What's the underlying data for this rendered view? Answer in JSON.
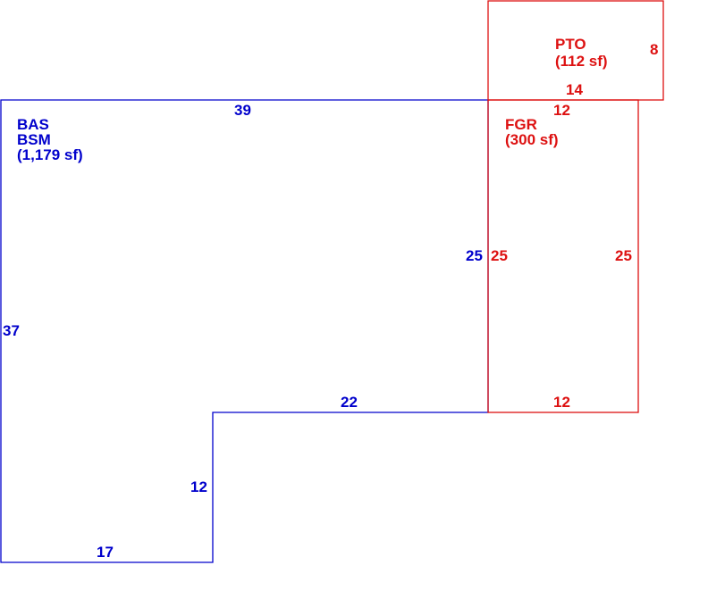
{
  "colors": {
    "main_area": "#0000cc",
    "garage_patio": "#dd1111",
    "background": "#ffffff"
  },
  "areas": {
    "main": {
      "code1": "BAS",
      "code2": "BSM",
      "size": "(1,179 sf)"
    },
    "garage": {
      "code": "FGR",
      "size": "(300 sf)"
    },
    "patio": {
      "code": "PTO",
      "size": "(112 sf)"
    }
  },
  "dimensions": {
    "main": {
      "top": "39",
      "left": "37",
      "bottom": "17",
      "step_vertical": "12",
      "step_horizontal": "22",
      "right": "25"
    },
    "garage": {
      "top": "12",
      "left": "25",
      "right": "25",
      "bottom": "12"
    },
    "patio": {
      "bottom": "14",
      "right": "8"
    }
  }
}
